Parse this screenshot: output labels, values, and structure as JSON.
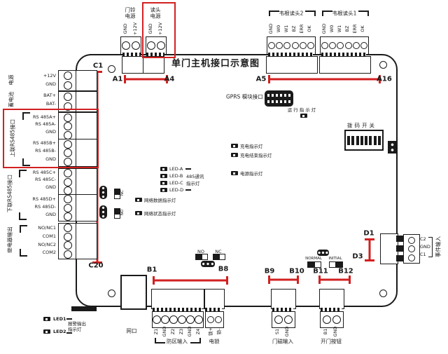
{
  "title": "单门主机接口示意图",
  "colors": {
    "highlight_red": "#d22020",
    "line_black": "#1a1a1a"
  },
  "markers": {
    "c1": "C1",
    "c20": "C20",
    "a1": "A1",
    "a4": "A4",
    "a5": "A5",
    "a16": "A16",
    "b1": "B1",
    "b8": "B8",
    "b9": "B9",
    "b10": "B10",
    "b11": "B11",
    "b12": "B12",
    "d1": "D1",
    "d3": "D3"
  },
  "top": {
    "doorbell_power": {
      "label": "门铃电源",
      "pins": [
        "GND",
        "+12V"
      ]
    },
    "reader_power": {
      "label": "读头电源",
      "pins": [
        "GND",
        "+12V"
      ]
    },
    "wiegand2": {
      "label": "韦根读头2",
      "pins": [
        "GND",
        "W0",
        "W1",
        "BZ",
        "ERR",
        "OK"
      ]
    },
    "wiegand1": {
      "label": "韦根读头1",
      "pins": [
        "GND",
        "W0",
        "W1",
        "BZ",
        "ERR",
        "OK"
      ]
    }
  },
  "left": {
    "groups": [
      {
        "label": "电源",
        "pins": [
          "+12V",
          "GND"
        ]
      },
      {
        "label": "蓄电池",
        "pins": [
          "BAT+",
          "BAT-"
        ]
      },
      {
        "label": "上联RS485接口",
        "pins": [
          "RS 485A+",
          "RS 485A-",
          "GND",
          "RS 485B+",
          "RS 485B-",
          "GND"
        ]
      },
      {
        "label": "下联RS485接口",
        "pins": [
          "RS 485C+",
          "RS 485C-",
          "GND",
          "RS 485D+",
          "RS 485D-",
          "GND"
        ]
      },
      {
        "label": "继电器输出",
        "pins": [
          "NO/NC1",
          "COM1",
          "NO/NC2",
          "COM2"
        ]
      }
    ]
  },
  "center": {
    "gprs_label": "GPRS 模块接口",
    "run_led": "运行指示灯",
    "led_group": {
      "items": [
        "LED-A",
        "LED-B",
        "LED-C",
        "LED-D"
      ],
      "note_line1": "485通讯",
      "note_line2": "指示灯"
    },
    "charge_led": "充电指示灯",
    "charge_done_led": "充电结束指示灯",
    "power_led": "电源指示灯",
    "net_data_led": "网络数据指示灯",
    "net_status_led": "网络状态指示灯",
    "jumper_nc": "NC",
    "jumper_no": "NO"
  },
  "right": {
    "dip_label": "拨码开关",
    "event_input": {
      "label": "事件输入",
      "pins": [
        "C2",
        "GND",
        "C1"
      ]
    }
  },
  "bottom": {
    "lan_label": "网口",
    "zone_input": {
      "label": "防区输入",
      "pins": [
        "Z1",
        "GND",
        "Z2",
        "Z3",
        "GND",
        "Z4"
      ]
    },
    "lock": {
      "label": "电锁",
      "pins": [
        "锁+",
        "锁-"
      ]
    },
    "no_label": "NO",
    "nc_label": "NC",
    "door_sensor": {
      "label": "门磁输入",
      "pins": [
        "S1",
        "GND"
      ]
    },
    "open_button": {
      "label": "开门按钮",
      "pins": [
        "B1",
        "GND"
      ]
    },
    "normal_label": "NORMAL",
    "initial_label": "INITIAL"
  },
  "legend": {
    "led1": "LED1",
    "led2": "LED2",
    "note_line1": "报警输出",
    "note_line2": "指示灯"
  }
}
